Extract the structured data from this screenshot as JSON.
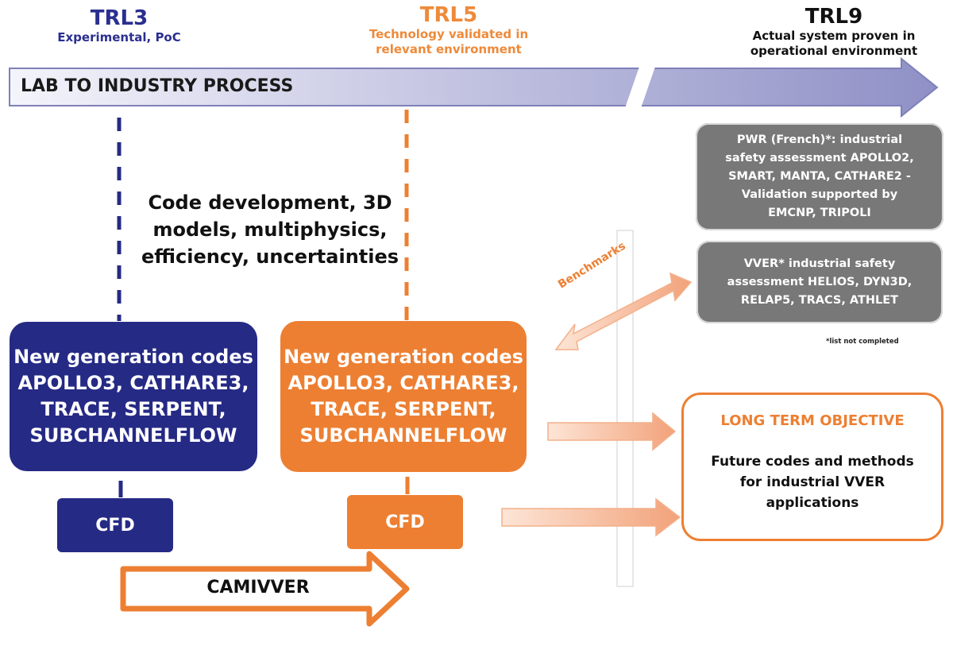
{
  "trl3": {
    "title": "TRL3",
    "subtitle": "Experimental, PoC"
  },
  "trl5": {
    "title": "TRL5",
    "subtitle_lines": [
      "Technology validated in",
      "relevant environment"
    ]
  },
  "trl9": {
    "title": "TRL9",
    "subtitle_lines": [
      "Actual system proven in",
      "operational environment"
    ]
  },
  "process_label": "LAB TO INDUSTRY PROCESS",
  "code_development_lines": [
    "Code development, 3D",
    "models, multiphysics,",
    "efficiency, uncertainties"
  ],
  "new_gen_blue_lines": [
    "New generation codes",
    "APOLLO3, CATHARE3,",
    "TRACE, SERPENT,",
    "SUBCHANNELFLOW"
  ],
  "new_gen_orange_lines": [
    "New generation codes",
    "APOLLO3, CATHARE3,",
    "TRACE, SERPENT,",
    "SUBCHANNELFLOW"
  ],
  "cfd_blue": "CFD",
  "cfd_orange": "CFD",
  "pwr_lines": [
    "PWR (French)*: industrial",
    "safety assessment APOLLO2,",
    "SMART, MANTA, CATHARE2 -",
    "Validation supported by",
    "EMCNP, TRIPOLI"
  ],
  "vver_lines": [
    "VVER* industrial safety",
    "assessment HELIOS, DYN3D,",
    "RELAP5, TRACS, ATHLET"
  ],
  "footnote": "*list not completed",
  "benchmarks": "Benchmarks",
  "long_term": {
    "title": "LONG TERM OBJECTIVE",
    "body_lines": [
      "Future codes and methods",
      "for industrial VVER",
      "applications"
    ]
  },
  "camivver": "CAMIVVER",
  "colors": {
    "blue": "#252a85",
    "orange": "#ed7f32",
    "grey": "#787878",
    "process_arrow": "#b9badc"
  }
}
